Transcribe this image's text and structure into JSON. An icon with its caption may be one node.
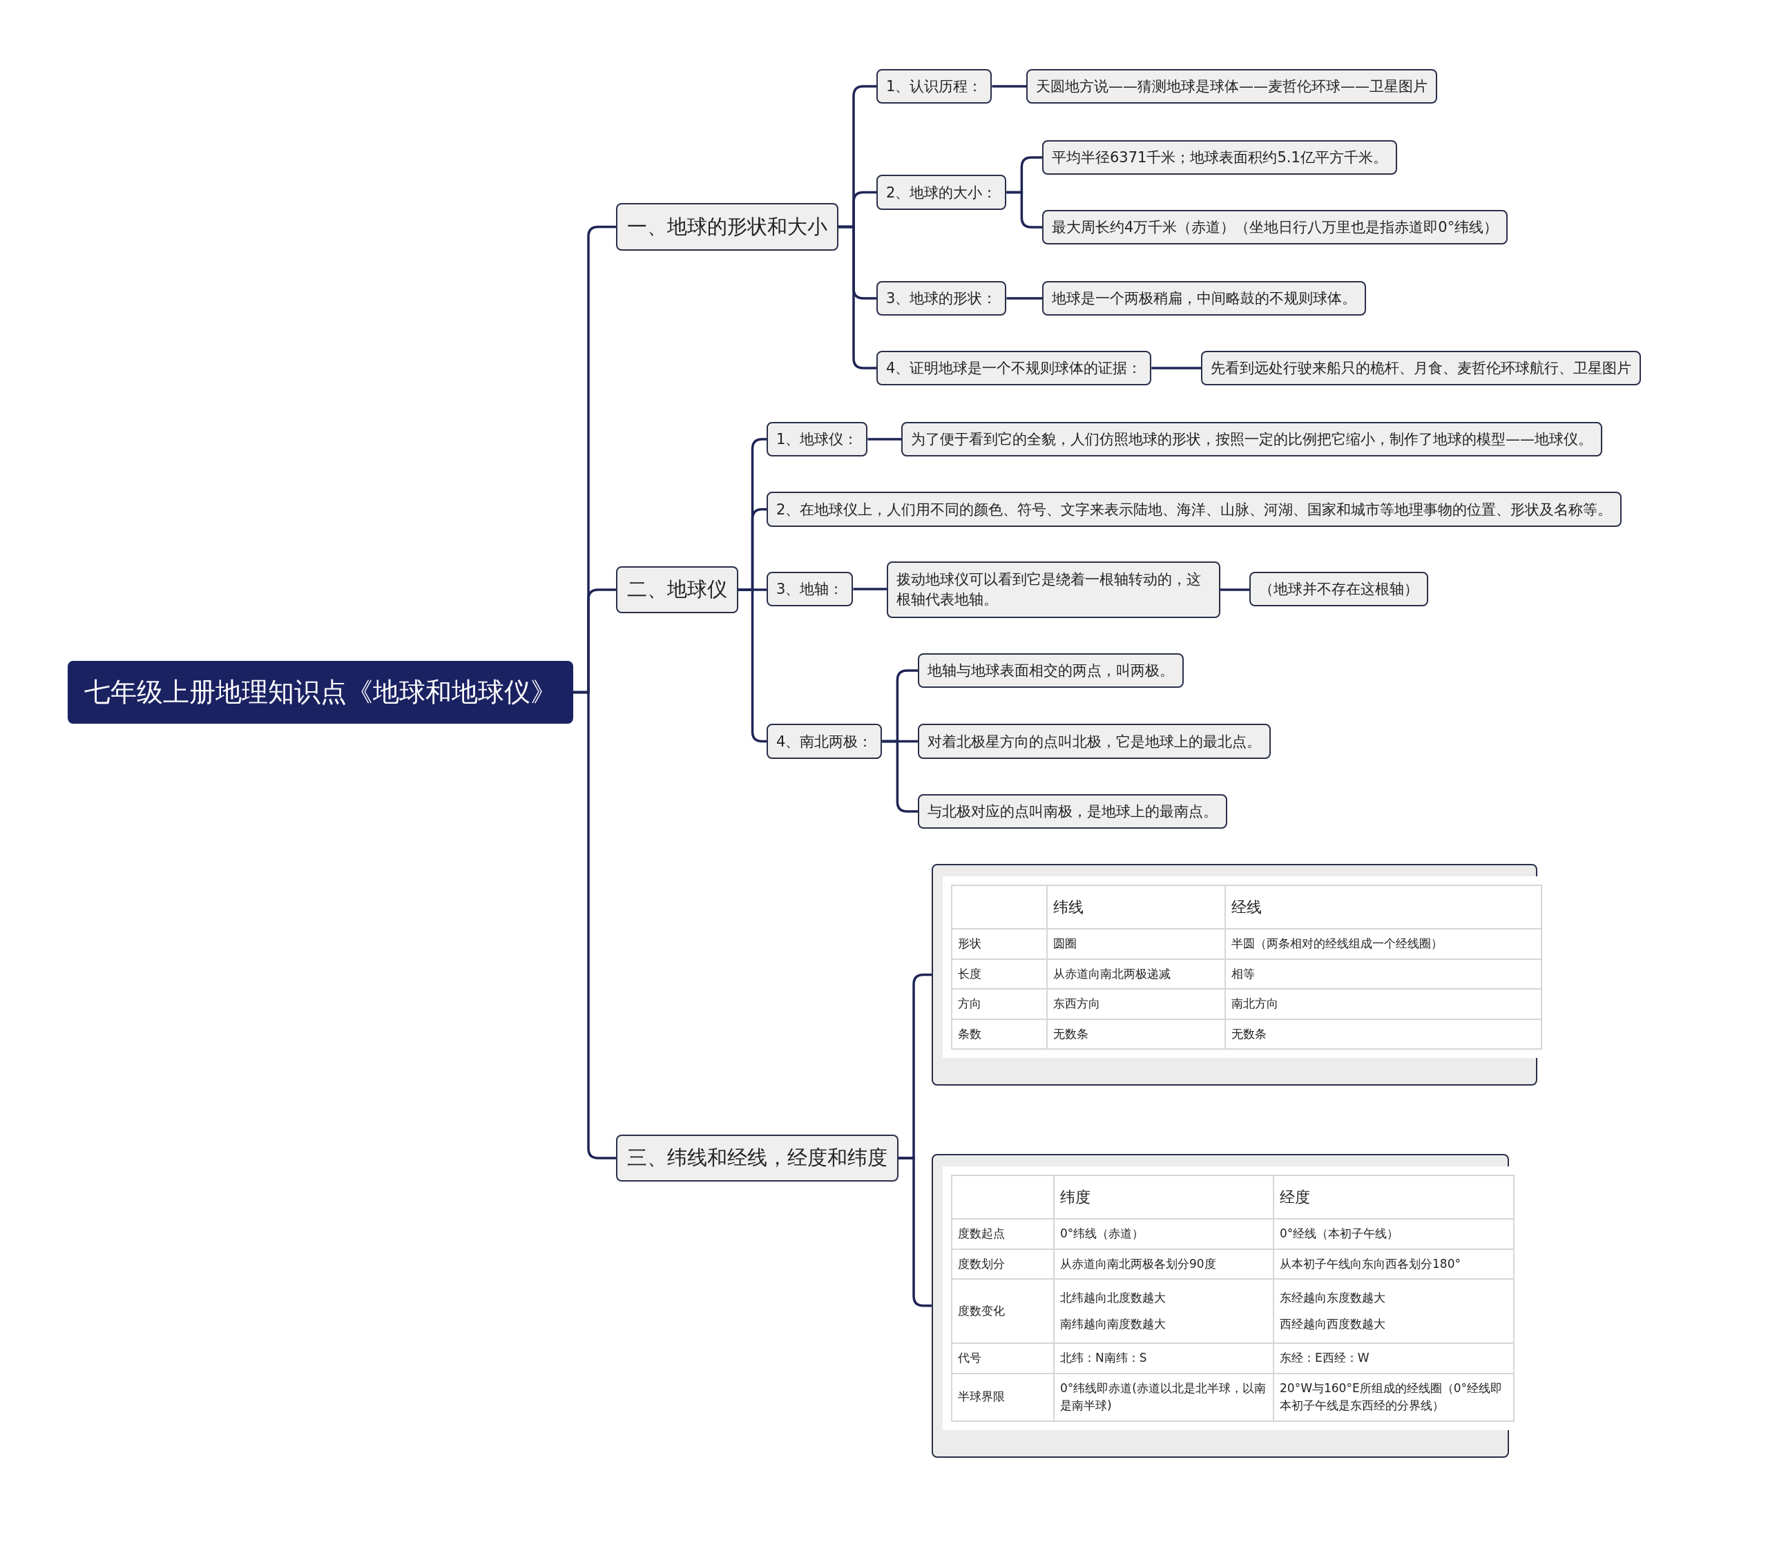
{
  "diagram": {
    "nodes": [
      {
        "text": [
          "七年级上册地理知识点《地球和地球仪》"
        ]
      },
      {
        "text": [
          "一、地球的形状和大小"
        ]
      },
      {
        "text": [
          "1、认识历程："
        ]
      },
      {
        "text": [
          "天圆地方说——猜测地球是球体——麦哲伦环球——卫星图片"
        ]
      },
      {
        "text": [
          "2、地球的大小："
        ]
      },
      {
        "text": [
          "平均半径6371千米；地球表面积约5.1亿平方千米。"
        ]
      },
      {
        "text": [
          "最大周长约4万千米（赤道）（坐地日行八万里也是指赤道即0°纬线）"
        ]
      },
      {
        "text": [
          "3、地球的形状："
        ]
      },
      {
        "text": [
          "地球是一个两极稍扁，中间略鼓的不规则球体。"
        ]
      },
      {
        "text": [
          "4、证明地球是一个不规则球体的证据："
        ]
      },
      {
        "text": [
          "先看到远处行驶来船只的桅杆、月食、麦哲伦环球航行、卫星图片"
        ]
      },
      {
        "text": [
          "二、地球仪"
        ]
      },
      {
        "text": [
          "1、地球仪："
        ]
      },
      {
        "text": [
          "为了便于看到它的全貌，人们仿照地球的形状，按照一定的比例把它缩小，制作了地球的模型——地球仪。"
        ]
      },
      {
        "text": [
          "2、在地球仪上，人们用不同的颜色、符号、文字来表示陆地、海洋、山脉、河湖、国家和城市等地理事物的位置、形状及名称等。"
        ]
      },
      {
        "text": [
          "3、地轴："
        ]
      },
      {
        "text": [
          "拨动地球仪可以看到它是绕着一根轴转动的，这根轴代表地轴。"
        ]
      },
      {
        "text": [
          "（地球并不存在这根轴）"
        ]
      },
      {
        "text": [
          "4、南北两极："
        ]
      },
      {
        "text": [
          "地轴与地球表面相交的两点，叫两极。"
        ]
      },
      {
        "text": [
          "对着北极星方向的点叫北极，它是地球上的最北点。"
        ]
      },
      {
        "text": [
          "与北极对应的点叫南极，是地球上的最南点。"
        ]
      },
      {
        "text": [
          "三、纬线和经线，经度和纬度"
        ]
      },
      {
        "text": [
          "纬线",
          "经线",
          "形状",
          "圆圈",
          "半圆（两条相对的经线组成一个经线圈）",
          "长度",
          "从赤道向南北两极递减",
          "相等",
          "方向",
          "东西方向",
          "南北方向",
          "条数",
          "无数条",
          "无数条"
        ]
      },
      {
        "text": [
          "纬度",
          "经度",
          "度数起点",
          "0°纬线（赤道）",
          "0°经线（本初子午线）",
          "度数划分",
          "从赤道向南北两极各划分90度",
          "从本初子午线向东向西各划分180°",
          "度数变化",
          "北纬越向北度数越大",
          "南纬越向南度数越大",
          "东经越向东度数越大",
          "西经越向西度数越大",
          "代号",
          "北纬：N南纬：S",
          "东经：E西经：W",
          "半球界限",
          "0°纬线即赤道(赤道以北是北半球，以南是南半球)",
          "20°W与160°E所组成的经线圈（0°经线即本初子午线是东西经的分界线）"
        ]
      }
    ],
    "edges": [
      {
        "from": 0,
        "to": 1,
        "arrow": "none"
      },
      {
        "from": 1,
        "to": 2,
        "arrow": "none"
      },
      {
        "from": 2,
        "to": 3,
        "arrow": "none"
      },
      {
        "from": 1,
        "to": 4,
        "arrow": "none"
      },
      {
        "from": 4,
        "to": 5,
        "arrow": "none"
      },
      {
        "from": 4,
        "to": 6,
        "arrow": "none"
      },
      {
        "from": 1,
        "to": 7,
        "arrow": "none"
      },
      {
        "from": 7,
        "to": 8,
        "arrow": "none"
      },
      {
        "from": 1,
        "to": 9,
        "arrow": "none"
      },
      {
        "from": 9,
        "to": 10,
        "arrow": "none"
      },
      {
        "from": 0,
        "to": 11,
        "arrow": "none"
      },
      {
        "from": 11,
        "to": 12,
        "arrow": "none"
      },
      {
        "from": 12,
        "to": 13,
        "arrow": "none"
      },
      {
        "from": 11,
        "to": 14,
        "arrow": "none"
      },
      {
        "from": 11,
        "to": 15,
        "arrow": "none"
      },
      {
        "from": 15,
        "to": 16,
        "arrow": "none"
      },
      {
        "from": 16,
        "to": 17,
        "arrow": "none"
      },
      {
        "from": 11,
        "to": 18,
        "arrow": "none"
      },
      {
        "from": 18,
        "to": 19,
        "arrow": "none"
      },
      {
        "from": 18,
        "to": 20,
        "arrow": "none"
      },
      {
        "from": 18,
        "to": 21,
        "arrow": "none"
      },
      {
        "from": 0,
        "to": 22,
        "arrow": "none"
      },
      {
        "from": 22,
        "to": 23,
        "arrow": "none"
      },
      {
        "from": 22,
        "to": 24,
        "arrow": "none"
      }
    ]
  }
}
